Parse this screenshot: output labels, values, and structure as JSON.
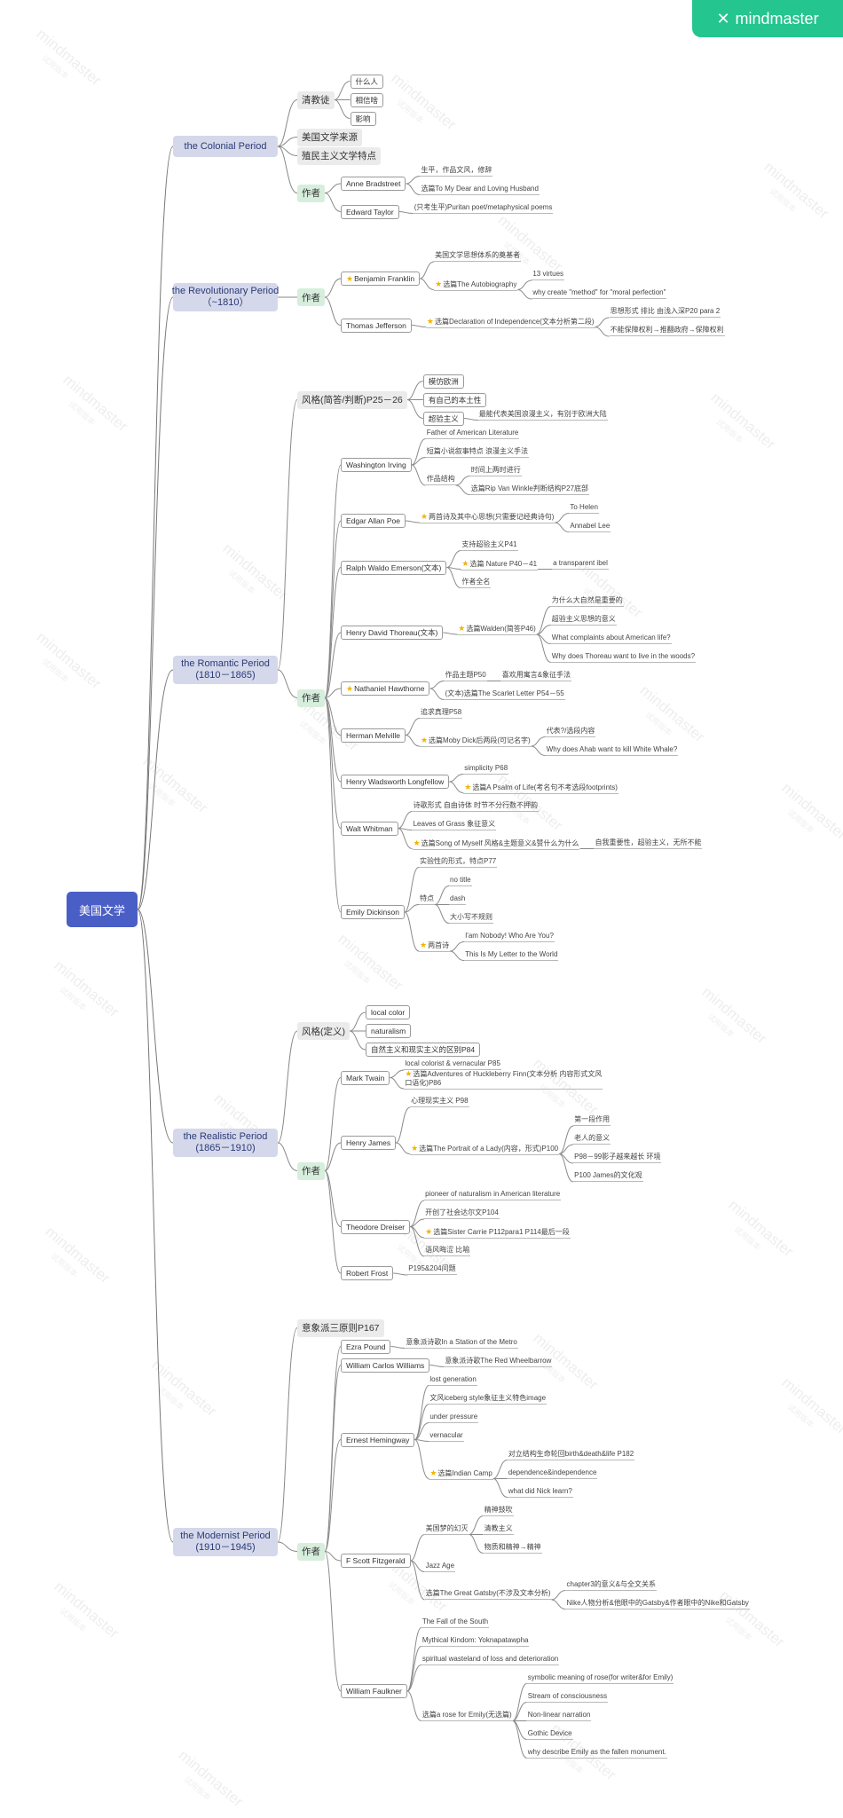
{
  "brand": {
    "name": "mindmaster",
    "watermark_main": "mindmaster",
    "watermark_sub": "试用版本"
  },
  "root": "美国文学",
  "periods": [
    {
      "id": "p1",
      "label": "the Colonial Period",
      "children": [
        {
          "label": "清教徒",
          "children": [
            {
              "label": "什么人"
            },
            {
              "label": "相信啥"
            },
            {
              "label": "影响"
            }
          ]
        },
        {
          "label": "美国文学来源"
        },
        {
          "label": "殖民主义文学特点"
        },
        {
          "label": "作者",
          "children": [
            {
              "label": "Anne Bradstreet",
              "children": [
                {
                  "label": "生平，作品文风，修辞"
                },
                {
                  "label": "选篇To My Dear and Loving Husband"
                }
              ]
            },
            {
              "label": "Edward Taylor",
              "children": [
                {
                  "label": "(只考生平)Puritan poet/metaphysical poems"
                }
              ]
            }
          ]
        }
      ]
    },
    {
      "id": "p2",
      "label": "the Revolutionary Period\n（~1810）",
      "children": [
        {
          "label": "作者",
          "children": [
            {
              "label": "Benjamin Franklin",
              "star": true,
              "children": [
                {
                  "label": "美国文学思想体系的奠基者"
                },
                {
                  "label": "选篇The Autobiography",
                  "star": true,
                  "children": [
                    {
                      "label": "13 virtues"
                    },
                    {
                      "label": "why create \"method\" for \"moral perfection\""
                    }
                  ]
                }
              ]
            },
            {
              "label": "Thomas Jefferson",
              "children": [
                {
                  "label": "选篇Declaration of Independence(文本分析第二段)",
                  "star": true,
                  "children": [
                    {
                      "label": "思想形式 排比 由浅入深P20 para 2"
                    },
                    {
                      "label": "不能保障权利→推翻政府→保障权利"
                    }
                  ]
                }
              ]
            }
          ]
        }
      ]
    },
    {
      "id": "p3",
      "label": "the Romantic Period\n(1810－1865)",
      "children": [
        {
          "label": "风格(简答/判断)P25－26",
          "children": [
            {
              "label": "模仿欧洲"
            },
            {
              "label": "有自己的本土性"
            },
            {
              "label": "超验主义",
              "children": [
                {
                  "label": "最能代表美国浪漫主义，有别于欧洲大陆"
                }
              ]
            }
          ]
        },
        {
          "label": "作者",
          "children": [
            {
              "label": "Washington Irving",
              "children": [
                {
                  "label": "Father of American Literature"
                },
                {
                  "label": "短篇小说叙事特点 浪漫主义手法"
                },
                {
                  "label": "作品结构",
                  "children": [
                    {
                      "label": "时间上两时进行"
                    },
                    {
                      "label": "选篇Rip Van Winkle判断结构P27底部"
                    }
                  ]
                }
              ]
            },
            {
              "label": "Edgar Allan Poe",
              "children": [
                {
                  "label": "两首诗及其中心思想(只需要记经典诗句)",
                  "star": true,
                  "children": [
                    {
                      "label": "To Helen"
                    },
                    {
                      "label": "Annabel Lee"
                    }
                  ]
                }
              ]
            },
            {
              "label": "Ralph Waldo Emerson(文本)",
              "children": [
                {
                  "label": "支持超验主义P41"
                },
                {
                  "label": "选篇 Nature P40－41",
                  "star": true,
                  "children": [
                    {
                      "label": "a transparent ibel"
                    }
                  ]
                },
                {
                  "label": "作者全名"
                }
              ]
            },
            {
              "label": "Henry David Thoreau(文本)",
              "children": [
                {
                  "label": "选篇Walden(简答P46)",
                  "star": true,
                  "children": [
                    {
                      "label": "为什么大自然是重要的"
                    },
                    {
                      "label": "超验主义思想的意义"
                    },
                    {
                      "label": "What complaints about American life?"
                    },
                    {
                      "label": "Why does Thoreau want to live in the woods?"
                    }
                  ]
                }
              ]
            },
            {
              "label": "Nathaniel Hawthorne",
              "star": true,
              "children": [
                {
                  "label": "作品主题P50",
                  "children": [
                    {
                      "label": "喜欢用寓言&象征手法"
                    }
                  ]
                },
                {
                  "label": "(文本)选篇The Scarlet Letter P54－55"
                }
              ]
            },
            {
              "label": "Herman Melville",
              "children": [
                {
                  "label": "追求真理P58"
                },
                {
                  "label": "选篇Moby Dick后两段(可记名字)",
                  "star": true,
                  "children": [
                    {
                      "label": "代表?/选段内容"
                    },
                    {
                      "label": "Why does Ahab want to kill White Whale?"
                    }
                  ]
                }
              ]
            },
            {
              "label": "Henry Wadsworth Longfellow",
              "children": [
                {
                  "label": "simplicity P68"
                },
                {
                  "label": "选篇A Psalm of Life(考名句不考选段footprints)",
                  "star": true
                }
              ]
            },
            {
              "label": "Walt Whitman",
              "children": [
                {
                  "label": "诗歌形式  自由诗体 时节不分行数不押韵"
                },
                {
                  "label": "Leaves of Grass 象征意义"
                },
                {
                  "label": "选篇Song of Myself 风格&主题意义&赞什么为什么",
                  "star": true,
                  "children": [
                    {
                      "label": "自我重要性，超验主义，无所不能"
                    }
                  ]
                }
              ]
            },
            {
              "label": "Emily Dickinson",
              "children": [
                {
                  "label": "实验性的形式，特点P77"
                },
                {
                  "label": "特点",
                  "children": [
                    {
                      "label": "no title"
                    },
                    {
                      "label": "dash"
                    },
                    {
                      "label": "大小写不规则"
                    }
                  ]
                },
                {
                  "label": "两首诗",
                  "star": true,
                  "children": [
                    {
                      "label": "I'am Nobody! Who Are You?"
                    },
                    {
                      "label": "This Is My Letter to the World"
                    }
                  ]
                }
              ]
            }
          ]
        }
      ]
    },
    {
      "id": "p4",
      "label": "the Realistic Period\n(1865－1910)",
      "children": [
        {
          "label": "风格(定义)",
          "children": [
            {
              "label": "local color"
            },
            {
              "label": "naturalism"
            },
            {
              "label": "自然主义和现实主义的区别P84"
            }
          ]
        },
        {
          "label": "作者",
          "children": [
            {
              "label": "Mark Twain",
              "children": [
                {
                  "label": "local colorist & vernacular P85"
                },
                {
                  "label": "选篇Adventures of Huckleberry Finn(文本分析 内容形式文风\n口语化)P86",
                  "star": true
                }
              ]
            },
            {
              "label": "Henry James",
              "children": [
                {
                  "label": "心理现实主义 P98"
                },
                {
                  "label": "选篇The Portrait of a Lady(内容，形式)P100",
                  "star": true,
                  "children": [
                    {
                      "label": "第一段作用"
                    },
                    {
                      "label": "老人的意义"
                    },
                    {
                      "label": "P98－99影子越来越长 环境"
                    },
                    {
                      "label": "P100 James的文化观"
                    }
                  ]
                }
              ]
            },
            {
              "label": "Theodore Dreiser",
              "children": [
                {
                  "label": "pioneer of naturalism in American literature"
                },
                {
                  "label": "开创了社会达尔文P104"
                },
                {
                  "label": "选篇Sister Carrie P112para1 P114最后一段",
                  "star": true
                },
                {
                  "label": "语风晦涩 比喻"
                }
              ]
            },
            {
              "label": "Robert Frost",
              "children": [
                {
                  "label": "P195&204问题"
                }
              ]
            }
          ]
        }
      ]
    },
    {
      "id": "p5",
      "label": "the Modernist Period\n(1910－1945)",
      "children": [
        {
          "label": "意象派三原则P167"
        },
        {
          "label": "作者",
          "children": [
            {
              "label": "Ezra Pound",
              "children": [
                {
                  "label": "意象派诗歌In a Station of the Metro"
                }
              ]
            },
            {
              "label": "William Carlos Williams",
              "children": [
                {
                  "label": "意象派诗歌The Red Wheelbarrow"
                }
              ]
            },
            {
              "label": "Ernest Hemingway",
              "children": [
                {
                  "label": "lost generation"
                },
                {
                  "label": "文风iceberg style象征主义特色image"
                },
                {
                  "label": "under pressure"
                },
                {
                  "label": "vernacular"
                },
                {
                  "label": "选篇Indian Camp",
                  "star": true,
                  "children": [
                    {
                      "label": "对立结构生命轮回birth&death&life P182"
                    },
                    {
                      "label": "dependence&independence"
                    },
                    {
                      "label": "what did Nick learn?"
                    }
                  ]
                }
              ]
            },
            {
              "label": "F Scott Fitzgerald",
              "children": [
                {
                  "label": "美国梦的幻灭",
                  "children": [
                    {
                      "label": "精神鼓吹"
                    },
                    {
                      "label": "清教主义"
                    },
                    {
                      "label": "物质和精神→精神"
                    }
                  ]
                },
                {
                  "label": "Jazz Age"
                },
                {
                  "label": "选篇The Great Gatsby(不涉及文本分析)",
                  "children": [
                    {
                      "label": "chapter3的意义&与全文关系"
                    },
                    {
                      "label": "Nike人物分析&他眼中的Gatsby&作者眼中的Nike和Gatsby"
                    }
                  ]
                }
              ]
            },
            {
              "label": "William Faulkner",
              "children": [
                {
                  "label": "The Fall of the South"
                },
                {
                  "label": "Mythical Kindom: Yoknapatawpha"
                },
                {
                  "label": "spiritual wasteland of loss and deterioration"
                },
                {
                  "label": "选篇a rose for Emily(无选篇)",
                  "children": [
                    {
                      "label": "symbolic meaning of rose(for writer&for Emily)"
                    },
                    {
                      "label": "Stream of consciousness"
                    },
                    {
                      "label": "Non-linear narration"
                    },
                    {
                      "label": "Gothic Device"
                    },
                    {
                      "label": "why describe Emily as the fallen monument."
                    }
                  ]
                }
              ]
            }
          ]
        }
      ]
    }
  ]
}
